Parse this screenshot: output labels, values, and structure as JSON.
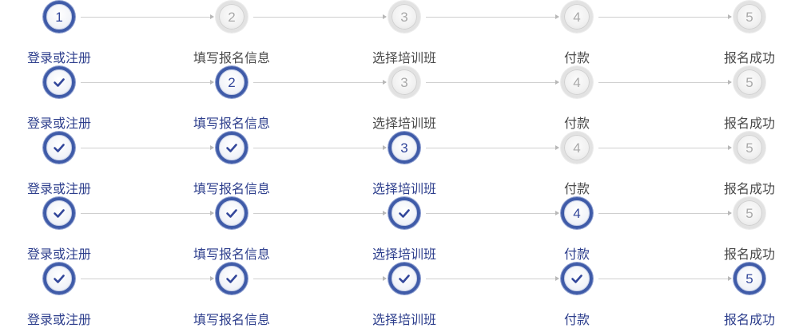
{
  "steps": [
    {
      "number": "1",
      "label": "登录或注册"
    },
    {
      "number": "2",
      "label": "填写报名信息"
    },
    {
      "number": "3",
      "label": "选择培训班"
    },
    {
      "number": "4",
      "label": "付款"
    },
    {
      "number": "5",
      "label": "报名成功"
    }
  ],
  "wizards": [
    {
      "current_step": 1
    },
    {
      "current_step": 2
    },
    {
      "current_step": 3
    },
    {
      "current_step": 4
    },
    {
      "current_step": 5
    }
  ],
  "colors": {
    "active_ring": "#3f5ba8",
    "active_text": "#33479b",
    "done_label": "#2e3f8d",
    "pending_ring": "#e2e2e2",
    "pending_text": "#a9a9a9",
    "pending_label": "#4a4a4a",
    "connector": "#cfcfcf"
  },
  "icons": {
    "completed": "check-icon"
  }
}
